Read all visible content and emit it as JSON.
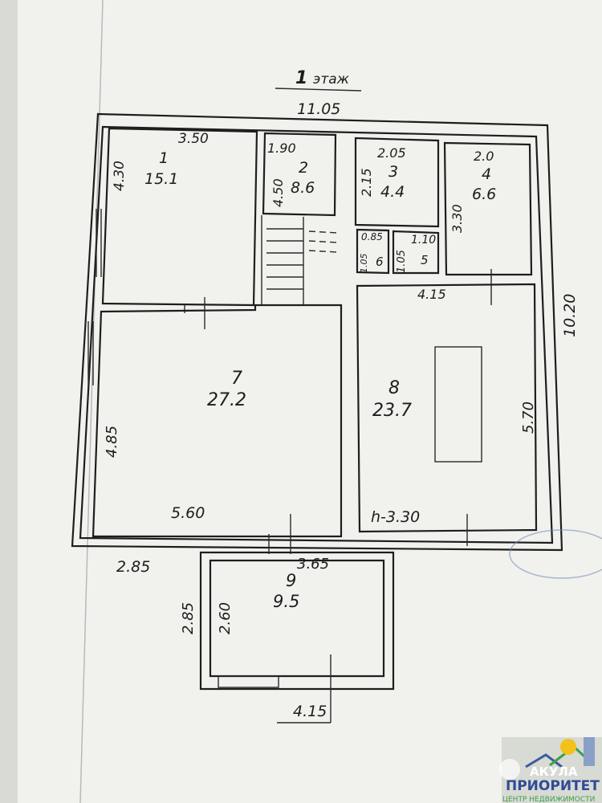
{
  "plan": {
    "title_floor_number": "1",
    "title_floor_word": "этаж",
    "overall_width": "11.05",
    "overall_depth": "10.20",
    "rooms": [
      {
        "number": "1",
        "area": "15.1",
        "width": "3.50",
        "length": "4.30"
      },
      {
        "number": "2",
        "area": "8.6",
        "width": "1.90",
        "length": "4.50"
      },
      {
        "number": "3",
        "area": "4.4",
        "width": "2.05",
        "length": "2.15"
      },
      {
        "number": "4",
        "area": "6.6",
        "width": "2.0",
        "length": "3.30"
      },
      {
        "number": "5",
        "width": "1.10",
        "length": "1.05"
      },
      {
        "number": "6",
        "width": "0.85",
        "length": "1.05"
      },
      {
        "number": "7",
        "area": "27.2",
        "width": "5.60",
        "length": "4.85"
      },
      {
        "number": "8",
        "area": "23.7",
        "width": "4.15",
        "length": "5.70",
        "height": "h-3.30"
      },
      {
        "number": "9",
        "area": "9.5",
        "width": "3.65",
        "length": "2.60",
        "outer_width": "4.15",
        "outer_length": "2.85",
        "offset": "2.85"
      }
    ]
  },
  "watermark": {
    "brand_top": "АКУЛА",
    "brand_name": "ПРИОРИТЕТ",
    "tagline": "ЦЕНТР НЕДВИЖИМОСТИ"
  }
}
